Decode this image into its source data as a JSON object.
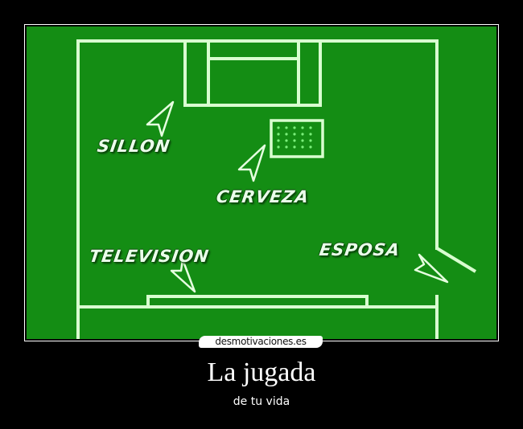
{
  "poster": {
    "background_color": "#000000",
    "frame_color": "#ffffff",
    "image": {
      "background_color": "#148d14",
      "line_color": "#d9ffd0",
      "labels": {
        "sillon": "SILLON",
        "cerveza": "CERVEZA",
        "television": "TELEVISION",
        "esposa": "ESPOSA"
      },
      "icons": {
        "sofa": "sofa-icon",
        "beer_pack": "beer-pack-icon",
        "tv": "tv-icon",
        "door": "door-icon",
        "arrow": "arrow-pointer-icon"
      }
    },
    "watermark": "desmotivaciones.es",
    "caption": {
      "title": "La jugada",
      "subtitle": "de tu vida"
    }
  }
}
